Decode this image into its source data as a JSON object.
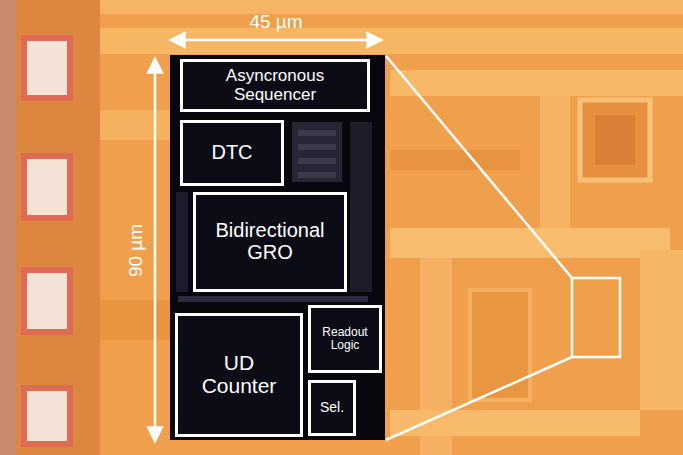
{
  "diagram": {
    "nodes": [
      {
        "text": [
          "Asyncronous Sequencer"
        ]
      },
      {
        "text": [
          "DTC"
        ]
      },
      {
        "text": [
          "Bidirectional GRO"
        ]
      },
      {
        "text": [
          "UD Counter"
        ]
      },
      {
        "text": [
          "Readout Logic"
        ]
      },
      {
        "text": [
          "Sel."
        ]
      }
    ],
    "labels": [
      "45 µm",
      "90 µm"
    ]
  }
}
